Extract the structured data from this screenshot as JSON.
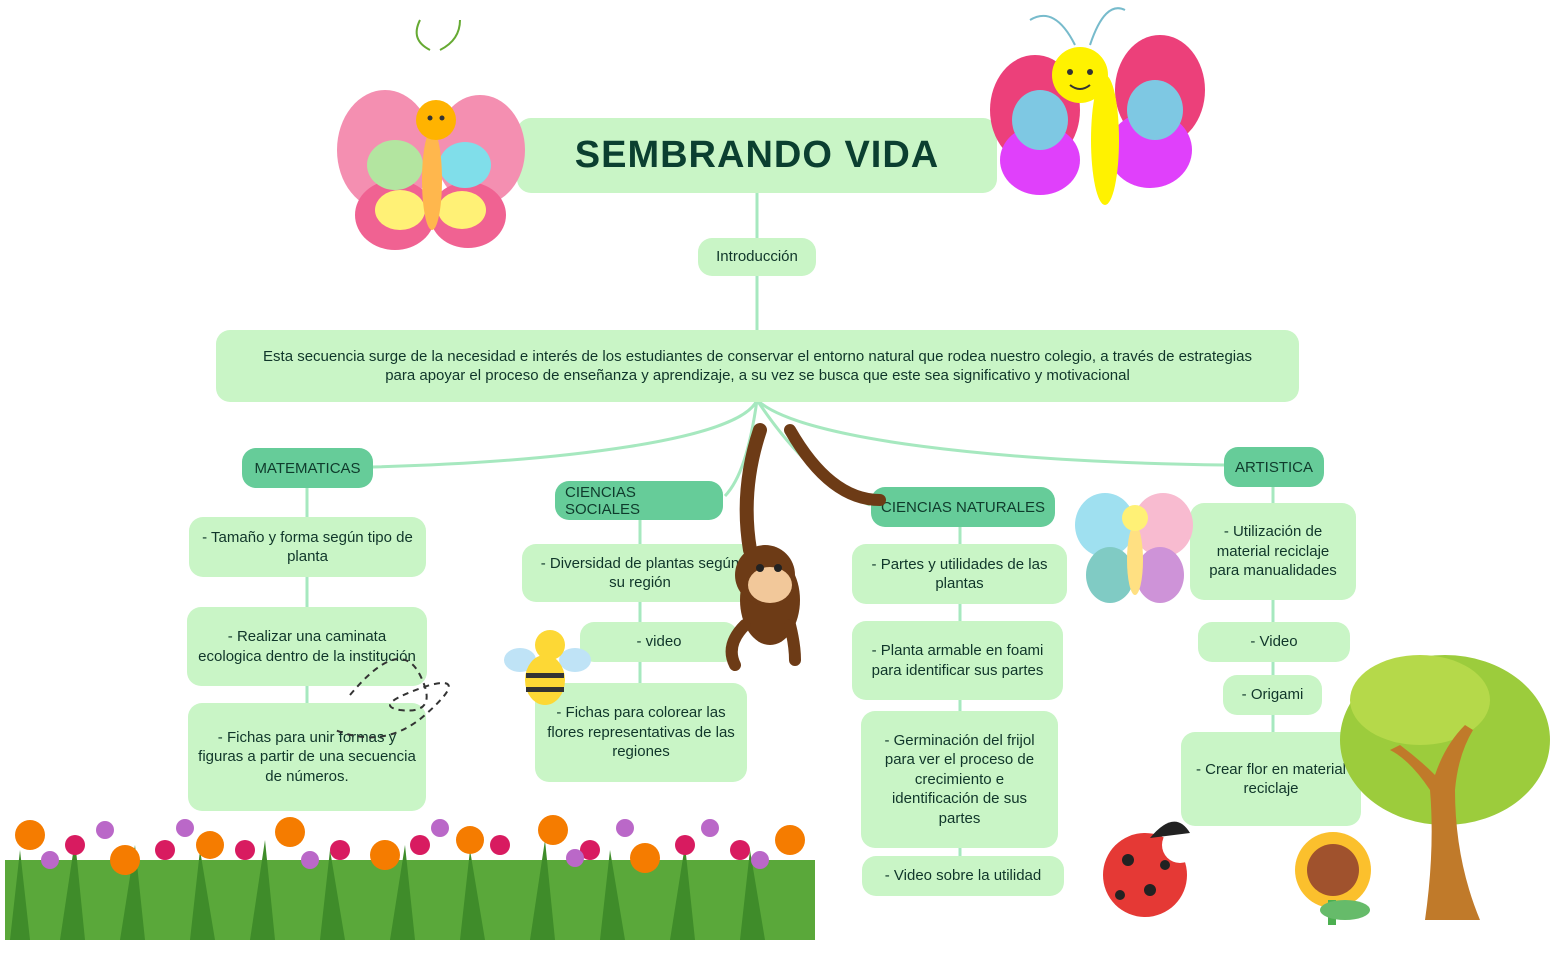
{
  "map": {
    "title": "SEMBRANDO VIDA",
    "intro_label": "Introducción",
    "intro_text": "Esta secuencia surge de la necesidad e interés de los estudiantes de conservar el entorno natural que rodea nuestro colegio, a través de estrategias para apoyar el proceso de enseñanza y aprendizaje, a su vez se busca que este sea significativo y motivacional",
    "branches": [
      {
        "label": "MATEMATICAS",
        "items": [
          "- Tamaño y forma según tipo de planta",
          "- Realizar una caminata ecologica dentro de la institución",
          "- Fichas para unir formas y figuras a partir de una secuencia de números."
        ]
      },
      {
        "label": "CIENCIAS SOCIALES",
        "items": [
          "- Diversidad de plantas según su región",
          "- video",
          "- Fichas para colorear las flores representativas de las regiones"
        ]
      },
      {
        "label": "CIENCIAS NATURALES",
        "items": [
          "- Partes y utilidades de las plantas",
          "- Planta armable en foami para identificar sus partes",
          "- Germinación del frijol para ver el proceso de crecimiento e identificación de sus partes",
          "- Video sobre la utilidad"
        ]
      },
      {
        "label": "ARTISTICA",
        "items": [
          "- Utilización de material reciclaje para manualidades",
          "- Video",
          "- Origami",
          "- Crear flor en material reciclaje"
        ]
      }
    ]
  },
  "colors": {
    "node_fill": "#c9f5c6",
    "branch_fill": "#66cc99",
    "connector": "#8fe0b0"
  }
}
